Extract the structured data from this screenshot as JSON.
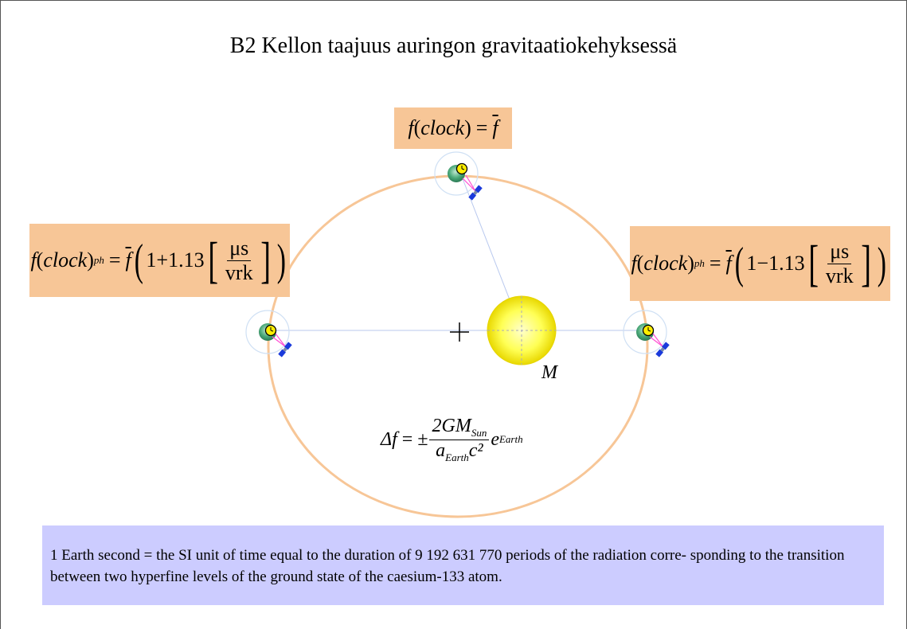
{
  "title": "B2 Kellon taajuus auringon gravitaatiokehyksessä",
  "formula_top": {
    "lhs_func": "f",
    "lhs_arg": "clock",
    "equals": "=",
    "rhs": "f"
  },
  "formula_left": {
    "func": "f",
    "arg": "clock",
    "subscript": "ph",
    "equals": "=",
    "fbar": "f",
    "one": "1",
    "sign": "+",
    "coefficient": "1.13",
    "unit_num": "μs",
    "unit_den": "vrk"
  },
  "formula_right": {
    "func": "f",
    "arg": "clock",
    "subscript": "ph",
    "equals": "=",
    "fbar": "f",
    "one": "1",
    "sign": "−",
    "coefficient": "1.13",
    "unit_num": "μs",
    "unit_den": "vrk"
  },
  "sun_label": "M",
  "center_marker": "+",
  "delta_formula": {
    "lhs": "Δf",
    "equals": "=",
    "pm": "±",
    "num": "2GM",
    "num_sub": "Sun",
    "den": "a",
    "den_sub": "Earth",
    "den_tail": "c²",
    "factor": "e",
    "factor_sub": "Earth"
  },
  "note": "1 Earth second = the SI unit of time equal to the duration of 9 192 631 770 periods of the radiation corre- sponding to the transition between two hyperfine levels of the ground state of the caesium-133 atom.",
  "colors": {
    "formula_box": "#f7c697",
    "note_box": "#ccccff",
    "orbit": "#f7c697",
    "sun": "#ffff33",
    "earth": "#3a9a6a",
    "satellite": "#1a3adb",
    "clock_face": "#ffee00"
  },
  "icons": [
    "earth-icon",
    "clock-icon",
    "satellite-icon",
    "sun-icon"
  ]
}
